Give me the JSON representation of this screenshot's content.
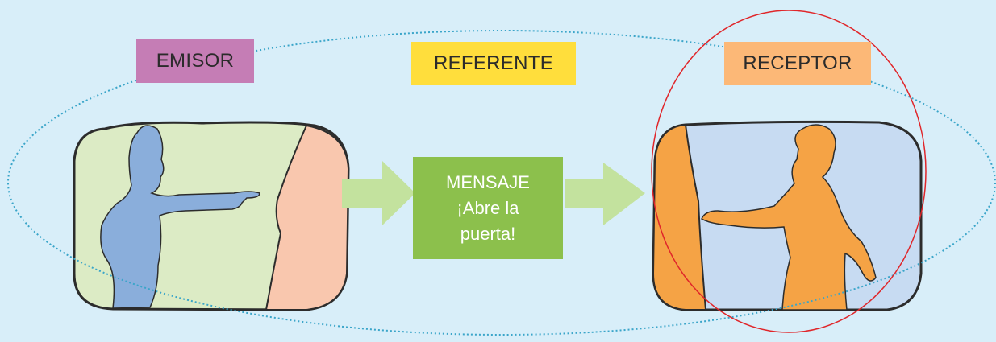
{
  "labels": {
    "emisor": "EMISOR",
    "referente": "REFERENTE",
    "receptor": "RECEPTOR"
  },
  "mensaje": {
    "lines": [
      "MENSAJE",
      "¡Abre la",
      "puerta!"
    ]
  },
  "colors": {
    "background": "#d8eef9",
    "emisor": "#c57db5",
    "referente": "#ffde3c",
    "receptor": "#fcb877",
    "mensaje": "#8cc04c",
    "arrow": "#c3e29e",
    "dotted_ellipse": "#3aa5c9",
    "red_circle": "#e0262a",
    "sender_figure": "#8aaedb",
    "receiver_figure": "#f5a345"
  },
  "icons": {
    "sender": "man-pointing-icon",
    "receiver": "woman-opening-door-icon"
  }
}
